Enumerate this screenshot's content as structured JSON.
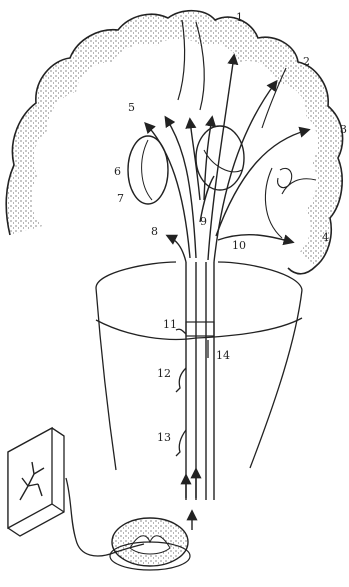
{
  "diagram": {
    "labels": {
      "n1": "1",
      "n2": "2",
      "n3": "3",
      "n4": "4",
      "n5": "5",
      "n6": "6",
      "n7": "7",
      "n8": "8",
      "n9": "9",
      "n10": "10",
      "n11": "11",
      "n12": "12",
      "n13": "13",
      "n14": "14"
    },
    "style": {
      "ink": "#222222",
      "stipple": "#3a3a3a",
      "background": "#ffffff"
    }
  }
}
